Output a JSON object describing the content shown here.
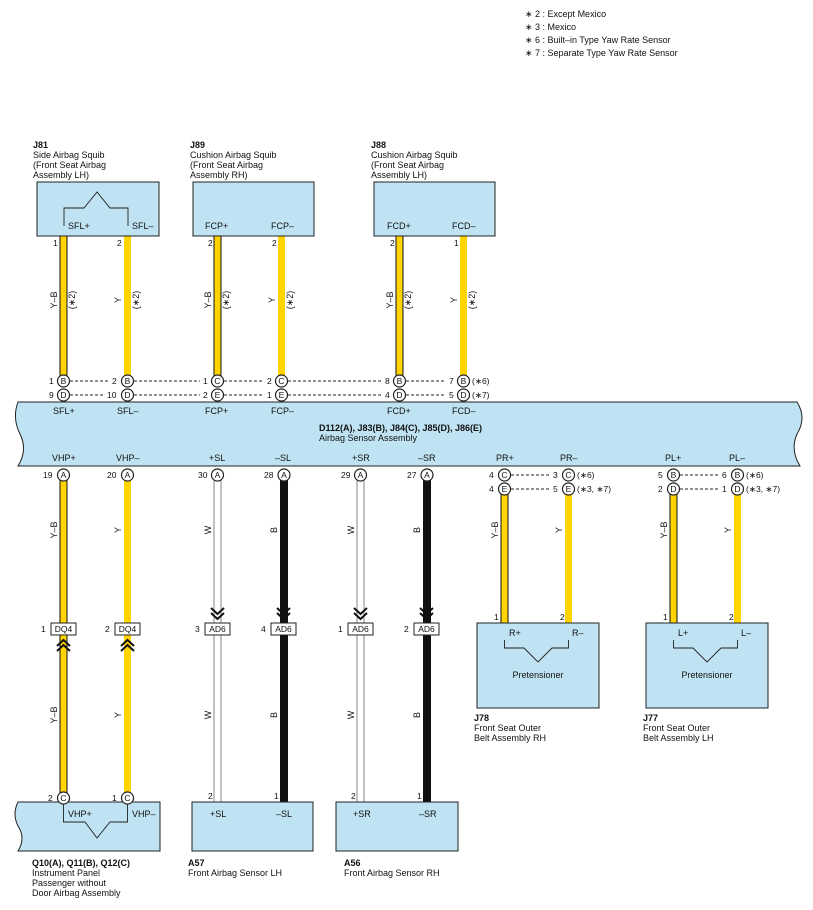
{
  "colors": {
    "component_fill": "#bfe3f2",
    "wire_yellow": "#ffd400",
    "wire_black": "#111111",
    "wire_white": "#ffffff",
    "outline": "#222222"
  },
  "legend": [
    "∗ 2 : Except Mexico",
    "∗ 3 : Mexico",
    "∗ 6 : Built–in Type Yaw Rate Sensor",
    "∗ 7 : Separate Type Yaw Rate Sensor"
  ],
  "sensor": {
    "code": "D112(A), J83(B), J84(C), J85(D), J86(E)",
    "name": "Airbag Sensor Assembly",
    "top_pins": [
      "SFL+",
      "SFL–",
      "FCP+",
      "FCP–",
      "FCD+",
      "FCD–"
    ],
    "bottom_pins": [
      "VHP+",
      "VHP–",
      "+SL",
      "–SL",
      "+SR",
      "–SR",
      "PR+",
      "PR–",
      "PL+",
      "PL–"
    ]
  },
  "components": {
    "j81": {
      "code": "J81",
      "line1": "Side Airbag Squib",
      "line2": "(Front Seat Airbag",
      "line3": " Assembly LH)",
      "pin_a": "SFL+",
      "pin_b": "SFL–"
    },
    "j89": {
      "code": "J89",
      "line1": "Cushion Airbag Squib",
      "line2": "(Front Seat Airbag",
      "line3": " Assembly RH)",
      "pin_a": "FCP+",
      "pin_b": "FCP–"
    },
    "j88": {
      "code": "J88",
      "line1": "Cushion Airbag Squib",
      "line2": "(Front Seat Airbag",
      "line3": " Assembly LH)",
      "pin_a": "FCD+",
      "pin_b": "FCD–"
    },
    "j78": {
      "code": "J78",
      "line1": "Front Seat Outer",
      "line2": "Belt Assembly RH",
      "pin_a": "R+",
      "pin_b": "R–",
      "inner": "Pretensioner"
    },
    "j77": {
      "code": "J77",
      "line1": "Front Seat Outer",
      "line2": "Belt Assembly LH",
      "pin_a": "L+",
      "pin_b": "L–",
      "inner": "Pretensioner"
    },
    "q10": {
      "code": "Q10(A), Q11(B), Q12(C)",
      "line1": "Instrument Panel",
      "line2": "Passenger without",
      "line3": "Door Airbag Assembly",
      "pin_a": "VHP+",
      "pin_b": "VHP–"
    },
    "a57": {
      "code": "A57",
      "line1": "Front Airbag Sensor LH",
      "pin_a": "+SL",
      "pin_b": "–SL"
    },
    "a56": {
      "code": "A56",
      "line1": "Front Airbag Sensor RH",
      "pin_a": "+SR",
      "pin_b": "–SR"
    }
  },
  "wire_labels": {
    "yb": "Y–B",
    "y": "Y",
    "w": "W",
    "b": "B",
    "note2": "(∗2)",
    "note6": "(∗6)",
    "note7": "(∗7)",
    "note37": "(∗3, ∗7)"
  },
  "pins": {
    "top_sq": [
      "1",
      "2",
      "2",
      "2",
      "2",
      "1"
    ],
    "sens_top_row1": [
      {
        "num": "1",
        "letter": "B"
      },
      {
        "num": "2",
        "letter": "B"
      },
      {
        "num": "1",
        "letter": "C"
      },
      {
        "num": "2",
        "letter": "C"
      },
      {
        "num": "8",
        "letter": "B"
      },
      {
        "num": "7",
        "letter": "B"
      }
    ],
    "sens_top_row2": [
      {
        "num": "9",
        "letter": "D"
      },
      {
        "num": "10",
        "letter": "D"
      },
      {
        "num": "2",
        "letter": "E"
      },
      {
        "num": "1",
        "letter": "E"
      },
      {
        "num": "4",
        "letter": "D"
      },
      {
        "num": "5",
        "letter": "D"
      }
    ],
    "sens_bottom": [
      {
        "num": "19",
        "letter": "A"
      },
      {
        "num": "20",
        "letter": "A"
      },
      {
        "num": "30",
        "letter": "A"
      },
      {
        "num": "28",
        "letter": "A"
      },
      {
        "num": "29",
        "letter": "A"
      },
      {
        "num": "27",
        "letter": "A"
      }
    ],
    "pr_row1": [
      {
        "num": "4",
        "letter": "C"
      },
      {
        "num": "3",
        "letter": "C"
      }
    ],
    "pr_row2": [
      {
        "num": "4",
        "letter": "E"
      },
      {
        "num": "5",
        "letter": "E"
      }
    ],
    "pl_row1": [
      {
        "num": "5",
        "letter": "B"
      },
      {
        "num": "6",
        "letter": "B"
      }
    ],
    "pl_row2": [
      {
        "num": "2",
        "letter": "D"
      },
      {
        "num": "1",
        "letter": "D"
      }
    ],
    "junctions": [
      {
        "num": "1",
        "label": "DQ4"
      },
      {
        "num": "2",
        "label": "DQ4"
      },
      {
        "num": "3",
        "label": "AD6"
      },
      {
        "num": "4",
        "label": "AD6"
      },
      {
        "num": "1",
        "label": "AD6"
      },
      {
        "num": "2",
        "label": "AD6"
      }
    ],
    "belt_pins": [
      "1",
      "2",
      "1",
      "2"
    ],
    "q10_pins": [
      {
        "num": "2",
        "letter": "C"
      },
      {
        "num": "1",
        "letter": "C"
      }
    ],
    "sensor_pins": [
      "2",
      "1",
      "2",
      "1"
    ]
  }
}
